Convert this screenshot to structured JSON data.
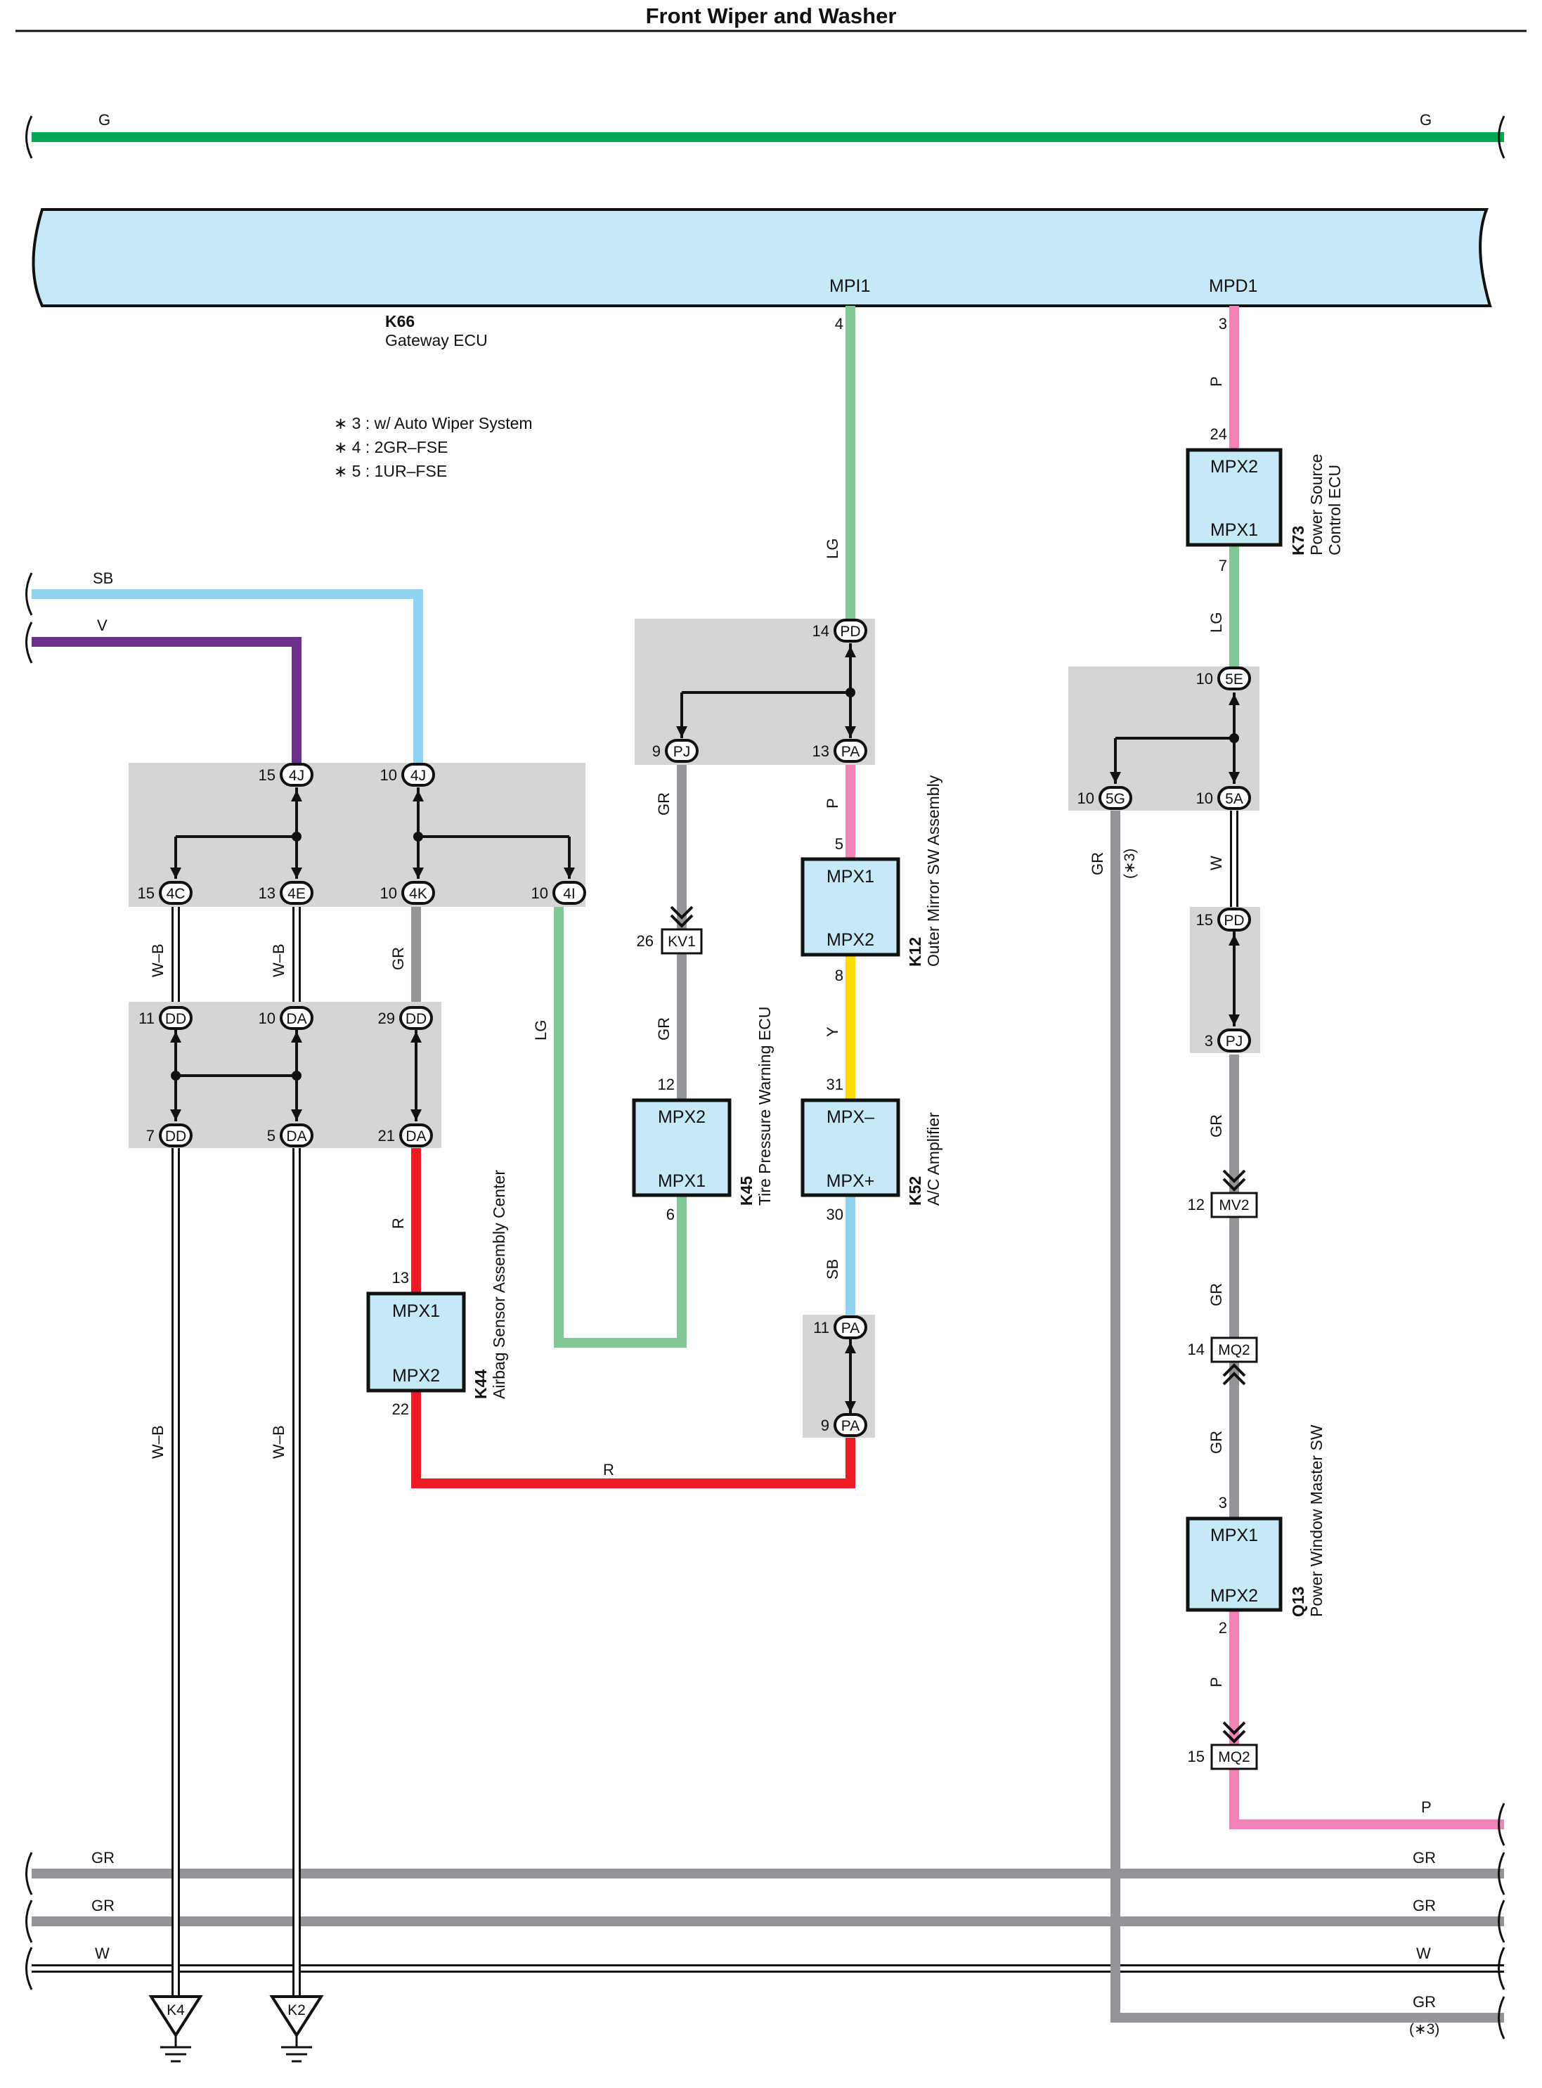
{
  "title": "Front Wiper and Washer",
  "colors": {
    "G": "#00a651",
    "LG": "#80c994",
    "P": "#f283b6",
    "GR": "#939598",
    "SB": "#8fd3f3",
    "V": "#6b2f8e",
    "R": "#ed1c24",
    "Y": "#ffdc00",
    "W": "#ffffff",
    "WB": "#ffffff",
    "ecu_fill": "#c6e9f8",
    "group_fill": "#d4d5d7",
    "line": "#111111"
  },
  "notes": [
    "∗ 3 : w/ Auto Wiper System",
    "∗ 4 : 2GR–FSE",
    "∗ 5 : 1UR–FSE"
  ],
  "gateway": {
    "id": "K66",
    "name": "Gateway ECU",
    "term1": "MPI1",
    "term1_pin": "4",
    "term2": "MPD1",
    "term2_pin": "3"
  },
  "components": {
    "k73": {
      "id": "K73",
      "name1": "Power Source",
      "name2": "Control ECU",
      "top": "MPX2",
      "bottom": "MPX1",
      "pin_top": "24",
      "pin_bottom": "7"
    },
    "k12": {
      "id": "K12",
      "name": "Outer Mirror SW Assembly",
      "top": "MPX1",
      "bottom": "MPX2",
      "pin_top": "5",
      "pin_bottom": "8"
    },
    "k52": {
      "id": "K52",
      "name": "A/C Amplifier",
      "top": "MPX–",
      "bottom": "MPX+",
      "pin_top": "31",
      "pin_bottom": "30"
    },
    "k45": {
      "id": "K45",
      "name": "Tire Pressure Warning ECU",
      "top": "MPX2",
      "bottom": "MPX1",
      "pin_top": "12",
      "pin_bottom": "6"
    },
    "k44": {
      "id": "K44",
      "name": "Airbag Sensor Assembly Center",
      "top": "MPX1",
      "bottom": "MPX2",
      "pin_top": "13",
      "pin_bottom": "22"
    },
    "q13": {
      "id": "Q13",
      "name": "Power Window Master SW",
      "top": "MPX1",
      "bottom": "MPX2",
      "pin_top": "3",
      "pin_bottom": "2"
    }
  },
  "connectors": {
    "j4J_a": {
      "code": "4J",
      "pin": "15"
    },
    "j4J_b": {
      "code": "4J",
      "pin": "10"
    },
    "j4C": {
      "code": "4C",
      "pin": "15"
    },
    "j4E": {
      "code": "4E",
      "pin": "13"
    },
    "j4K": {
      "code": "4K",
      "pin": "10"
    },
    "j4I": {
      "code": "4I",
      "pin": "10"
    },
    "jDD_top": {
      "code": "DD",
      "pin": "11"
    },
    "jDA_top": {
      "code": "DA",
      "pin": "10"
    },
    "jDD_top2": {
      "code": "DD",
      "pin": "29"
    },
    "jDD_bot": {
      "code": "DD",
      "pin": "7"
    },
    "jDA_bot": {
      "code": "DA",
      "pin": "5"
    },
    "jDA_bot2": {
      "code": "DA",
      "pin": "21"
    },
    "jPD": {
      "code": "PD",
      "pin": "14"
    },
    "jPJ": {
      "code": "PJ",
      "pin": "9"
    },
    "jPA": {
      "code": "PA",
      "pin": "13"
    },
    "jPA2": {
      "code": "PA",
      "pin": "11"
    },
    "jPA3": {
      "code": "PA",
      "pin": "9"
    },
    "j5E": {
      "code": "5E",
      "pin": "10"
    },
    "j5G": {
      "code": "5G",
      "pin": "10"
    },
    "j5A": {
      "code": "5A",
      "pin": "10"
    },
    "jPD2": {
      "code": "PD",
      "pin": "15"
    },
    "jPJ2": {
      "code": "PJ",
      "pin": "3"
    }
  },
  "inline": {
    "kv1": {
      "code": "KV1",
      "pin": "26"
    },
    "mv2": {
      "code": "MV2",
      "pin": "12"
    },
    "mq2a": {
      "code": "MQ2",
      "pin": "14"
    },
    "mq2b": {
      "code": "MQ2",
      "pin": "15"
    }
  },
  "grounds": [
    "K4",
    "K2"
  ],
  "wire_labels": {
    "g_left": "G",
    "g_right": "G",
    "sb": "SB",
    "v": "V",
    "p_k73": "P",
    "lg_k73": "LG",
    "lg_mpi": "LG",
    "p_k12": "P",
    "y": "Y",
    "sb2": "SB",
    "gr_pj": "GR",
    "gr_kv1": "GR",
    "w_b1": "W–B",
    "w_b2": "W–B",
    "gr_4k": "GR",
    "lg_4i": "LG",
    "r_k44": "R",
    "r_bottom": "R",
    "w_b3": "W–B",
    "w_b4": "W–B",
    "gr_5g": "GR",
    "w_5a": "W",
    "gr_pj2": "GR",
    "gr_mv2": "GR",
    "gr_mq2": "GR",
    "p_q13": "P",
    "p_right": "P",
    "gr_bus1_l": "GR",
    "gr_bus1_r": "GR",
    "gr_bus2_l": "GR",
    "gr_bus2_r": "GR",
    "w_bus_l": "W",
    "w_bus_r": "W",
    "gr_bus4_r": "GR"
  },
  "suffix_notes": {
    "s5g": "(∗3)",
    "sbus": "(∗3)"
  }
}
